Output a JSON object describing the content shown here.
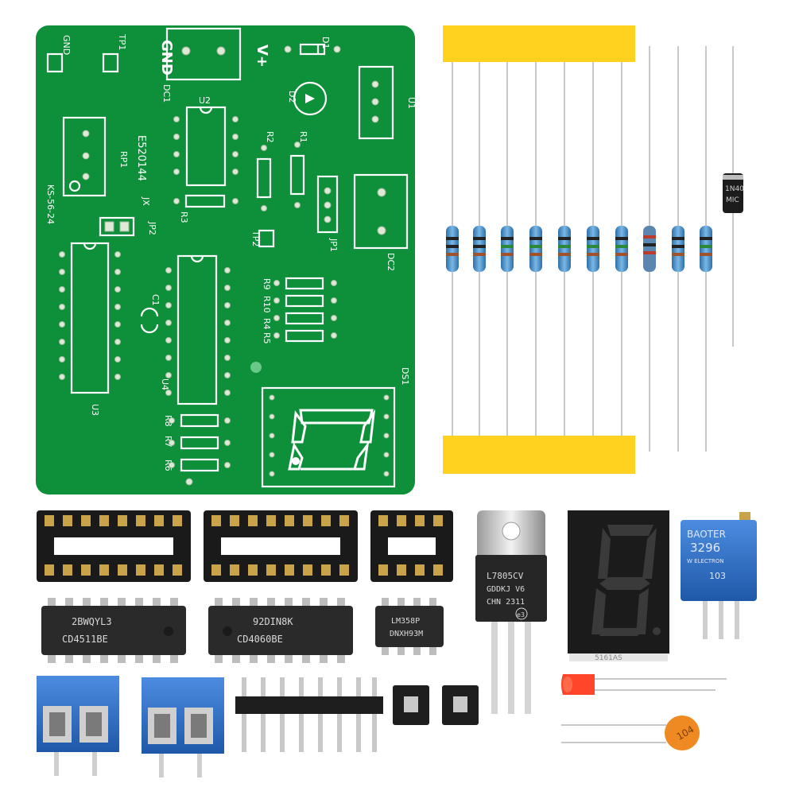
{
  "colors": {
    "pcb": "#0e8f3a",
    "pcb_dark": "#0a7a30",
    "resistor_body": "#4a90c8",
    "tape": "#ffd21f",
    "terminal_blue": "#2f6fc6",
    "ic_body": "#2a2a2a",
    "led": "#ff3b1f",
    "capacitor": "#ef8a22",
    "trimmer": "#2f5fb8"
  },
  "pcb": {
    "labels": {
      "gnd_pad": "GND",
      "tp1": "TP1",
      "gnd_big": "GND",
      "vplus": "V+",
      "dc1": "DC1",
      "d1": "D1",
      "d2": "D2",
      "u1": "U1",
      "u2": "U2",
      "r2": "R2",
      "r1": "R1",
      "rp1": "RP1",
      "cert": "E520144",
      "jx": "JX",
      "ks": "KS-56-24",
      "r3": "R3",
      "jp2": "JP2",
      "tp2": "TP2",
      "jp1": "JP1",
      "dc2": "DC2",
      "r9": "R9",
      "r10": "R10",
      "r4": "R4",
      "r5": "R5",
      "c1": "C1",
      "u3": "U3",
      "u4": "U4",
      "ds1": "DS1",
      "r8": "R8",
      "r7": "R7",
      "r6": "R6"
    }
  },
  "components": {
    "ic1": {
      "line1": "2BWQYL3",
      "line2": "CD4511BE"
    },
    "ic2": {
      "line1": "92DIN8K",
      "line2": "CD4060BE"
    },
    "ic3": {
      "line1": "LM358P",
      "line2": "DNXH93M"
    },
    "regulator": {
      "line1": "L7805CV",
      "line2": "GDDKJ V6",
      "line3": "CHN 2311",
      "badge": "e3"
    },
    "display_code": "5161AS",
    "trimmer": {
      "brand": "BAOTER",
      "model": "3296",
      "sub": "W ELECTRON",
      "value": "103"
    },
    "diode": {
      "line1": "1N40",
      "line2": "MIC"
    },
    "capacitor": "104"
  }
}
